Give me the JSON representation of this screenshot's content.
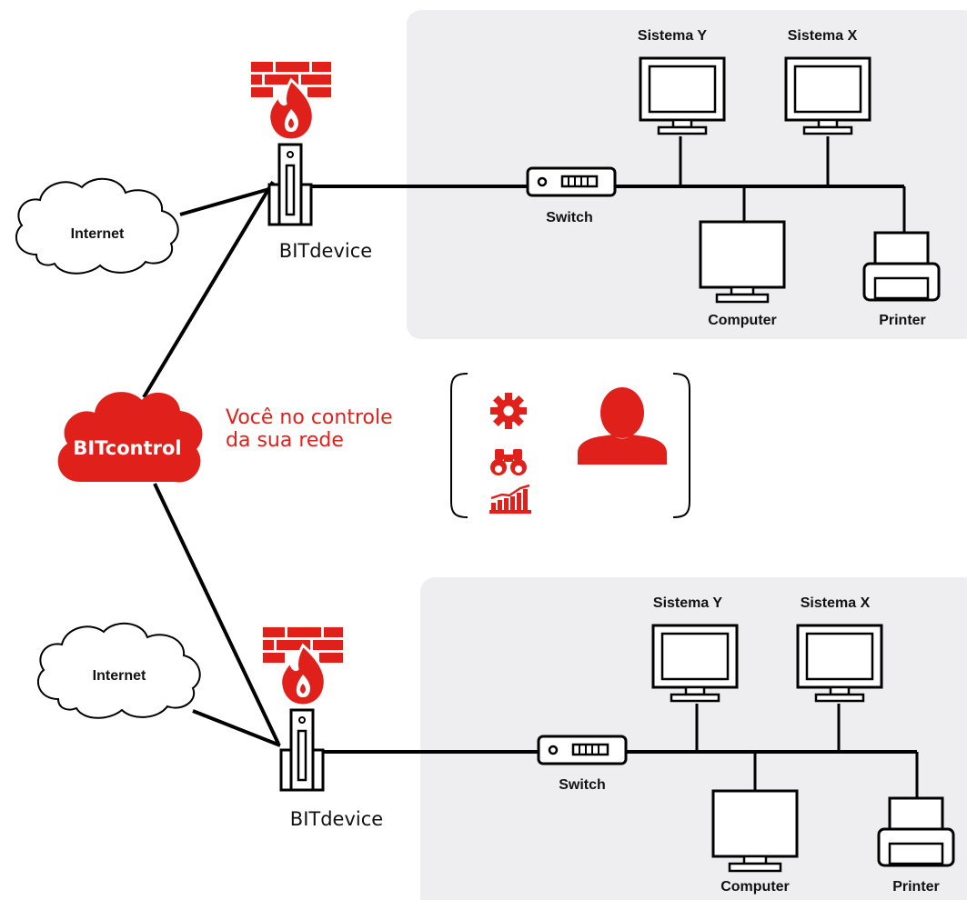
{
  "colors": {
    "accent": "#e0211b",
    "network_panel": "#eeeef0",
    "line": "#000000"
  },
  "central": {
    "label": "BITcontrol",
    "tagline_line1": "Você no controle",
    "tagline_line2": "da sua rede",
    "icons": [
      "gear-icon",
      "binoculars-icon",
      "chart-icon",
      "user-icon"
    ]
  },
  "site_top": {
    "internet": "Internet",
    "device": "BITdevice",
    "switch": "Switch",
    "system_y": "Sistema Y",
    "system_x": "Sistema X",
    "computer": "Computer",
    "printer": "Printer"
  },
  "site_bottom": {
    "internet": "Internet",
    "device": "BITdevice",
    "switch": "Switch",
    "system_y": "Sistema Y",
    "system_x": "Sistema X",
    "computer": "Computer",
    "printer": "Printer"
  }
}
